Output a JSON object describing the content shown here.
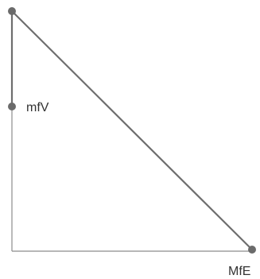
{
  "diagram": {
    "nodes": [
      {
        "id": "top",
        "label": ""
      },
      {
        "id": "mfv",
        "label": "mfV"
      },
      {
        "id": "mfe",
        "label": "MfE"
      }
    ],
    "labels": {
      "mfv": "mfV",
      "mfe": "MfE"
    },
    "edges": [
      {
        "from": "top",
        "to": "mfv"
      },
      {
        "from": "top",
        "to": "mfe"
      }
    ],
    "colors": {
      "edge": "#6e6e6e",
      "node": "#6b6b6b",
      "axis": "#8c8c8c",
      "text": "#333333"
    }
  }
}
